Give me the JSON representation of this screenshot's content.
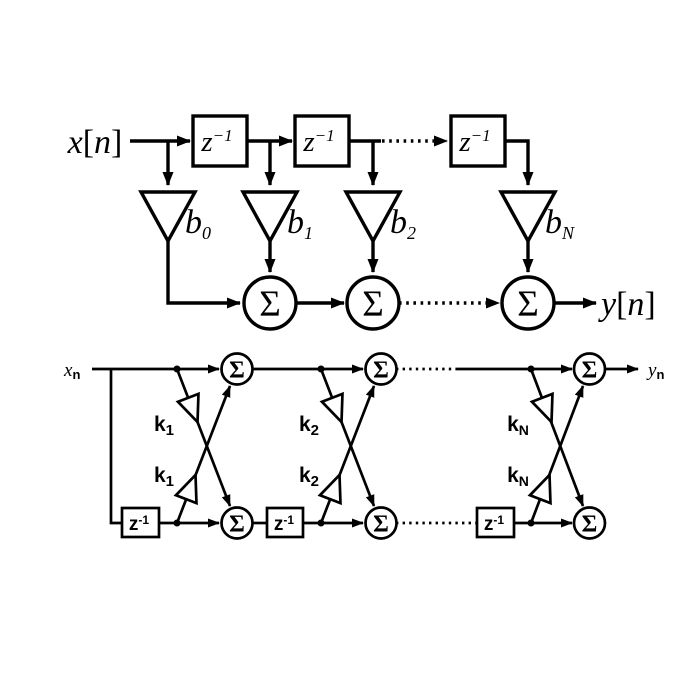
{
  "top_diagram": {
    "kind": "FIR direct-form (transversal) filter",
    "input_label": {
      "variable": "x",
      "bracket_open": "[",
      "index": "n",
      "bracket_close": "]"
    },
    "output_label": {
      "variable": "y",
      "bracket_open": "[",
      "index": "n",
      "bracket_close": "]"
    },
    "delay_label": {
      "base": "z",
      "exponent": "−1"
    },
    "gain_labels": [
      {
        "base": "b",
        "subscript": "0"
      },
      {
        "base": "b",
        "subscript": "1"
      },
      {
        "base": "b",
        "subscript": "2"
      },
      {
        "base": "b",
        "subscript": "N"
      }
    ],
    "adder_symbol": "Σ"
  },
  "bottom_diagram": {
    "kind": "Lattice filter",
    "input_label": {
      "variable": "x",
      "subscript": "n"
    },
    "output_label": {
      "variable": "y",
      "subscript": "n"
    },
    "delay_label": {
      "base": "z",
      "exponent": "-1"
    },
    "reflection_coefficients": [
      {
        "upper": {
          "base": "k",
          "subscript": "1"
        },
        "lower": {
          "base": "k",
          "subscript": "1"
        }
      },
      {
        "upper": {
          "base": "k",
          "subscript": "2"
        },
        "lower": {
          "base": "k",
          "subscript": "2"
        }
      },
      {
        "upper": {
          "base": "k",
          "subscript": "N"
        },
        "lower": {
          "base": "k",
          "subscript": "N"
        }
      }
    ],
    "adder_symbol": "Σ"
  },
  "colors": {
    "ink": "#000000",
    "background": "#ffffff"
  }
}
